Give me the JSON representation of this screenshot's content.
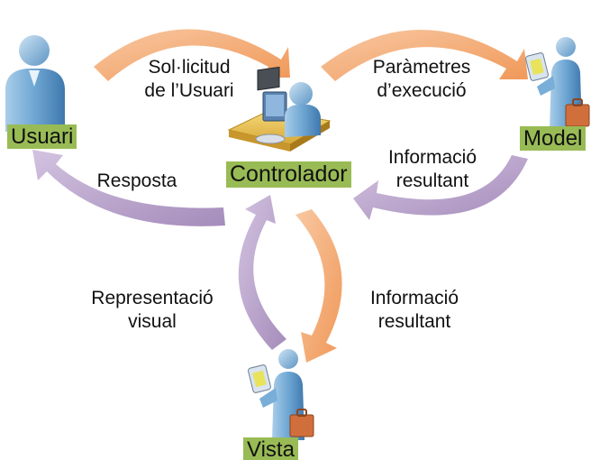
{
  "nodes": {
    "usuari": "Usuari",
    "controlador": "Controlador",
    "model": "Model",
    "vista": "Vista"
  },
  "labels": {
    "request_line1": "Sol·licitud",
    "request_line2": "de l’Usuari",
    "params_line1": "Paràmetres",
    "params_line2": "d’execució",
    "model_result_line1": "Informació",
    "model_result_line2": "resultant",
    "response": "Resposta",
    "visual_line1": "Representació",
    "visual_line2": "visual",
    "vista_result_line1": "Informació",
    "vista_result_line2": "resultant"
  },
  "colors": {
    "label_fill": "#99bb55",
    "orange_arrow": "#f4a870",
    "purple_arrow": "#b9a1cb",
    "text": "#111111"
  }
}
